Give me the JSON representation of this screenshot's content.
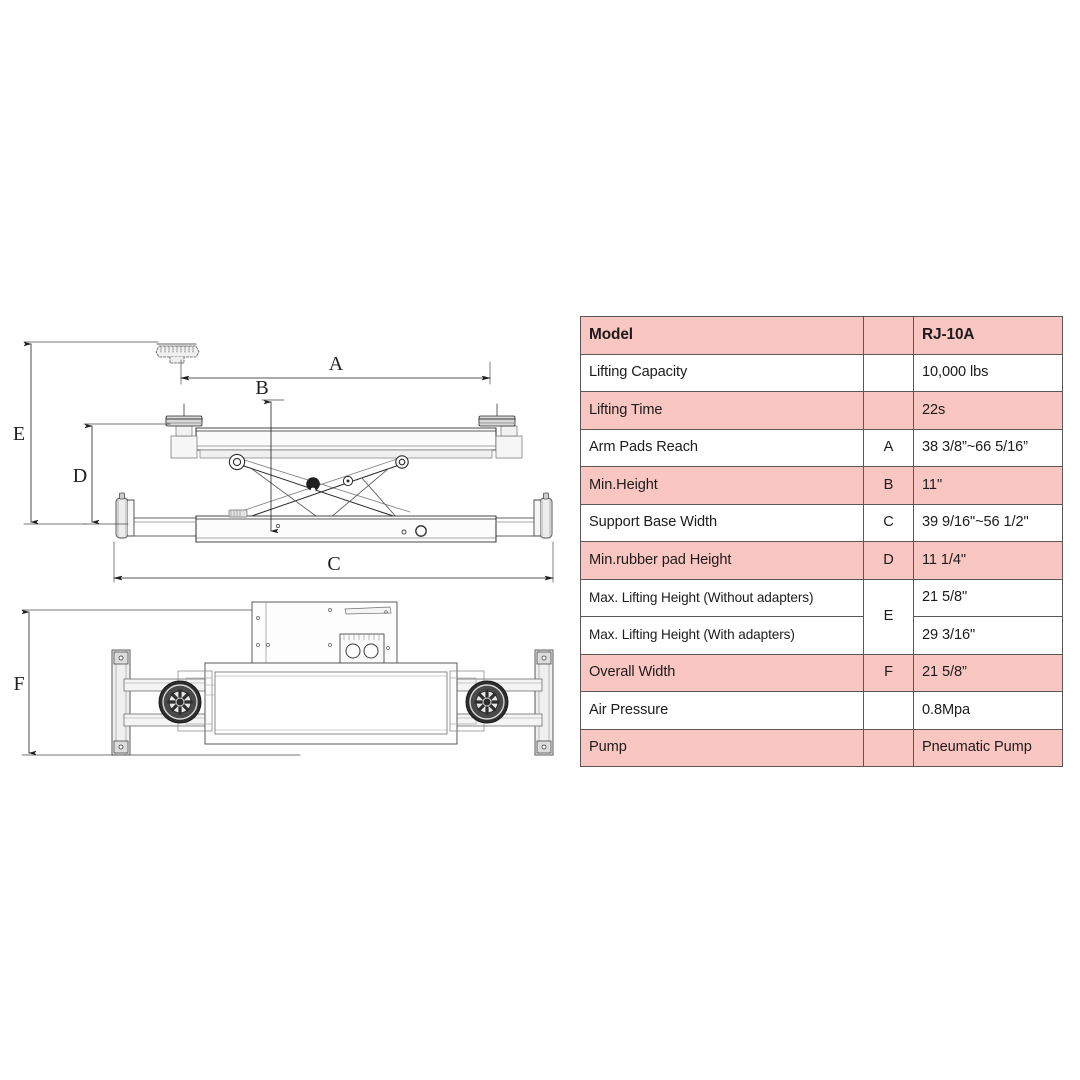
{
  "document": {
    "kind": "product-specification-sheet",
    "model": "RJ-10A"
  },
  "spec_table": {
    "columns": [
      "Model",
      "",
      "RJ-10A"
    ],
    "header": {
      "name": "Model",
      "code": "",
      "value": "RJ-10A"
    },
    "rows": [
      {
        "name": "Lifting Capacity",
        "code": "",
        "value": "10,000 lbs",
        "tint": false
      },
      {
        "name": "Lifting Time",
        "code": "",
        "value": "22s",
        "tint": true
      },
      {
        "name": "Arm Pads Reach",
        "code": "A",
        "value": "38 3/8”~66 5/16”",
        "tint": false
      },
      {
        "name": "Min.Height",
        "code": "B",
        "value": "11\"",
        "tint": true
      },
      {
        "name": "Support Base Width",
        "code": "C",
        "value": "39 9/16\"~56 1/2\"",
        "tint": false
      },
      {
        "name": "Min.rubber pad Height",
        "code": "D",
        "value": "11 1/4\"",
        "tint": true
      },
      {
        "name": "Max. Lifting Height  (Without adapters)",
        "code": "E",
        "value": "21 5/8\"",
        "tint": false
      },
      {
        "name": "Max. Lifting Height (With adapters)",
        "code": "",
        "value": "29 3/16\"",
        "tint": false
      },
      {
        "name": "Overall Width",
        "code": "F",
        "value": "21 5/8”",
        "tint": true
      },
      {
        "name": "Air Pressure",
        "code": "",
        "value": "0.8Mpa",
        "tint": false
      },
      {
        "name": "Pump",
        "code": "",
        "value": "Pneumatic Pump",
        "tint": true
      }
    ],
    "colors": {
      "tint_row": "#FAC6C1",
      "plain_row": "#FFFFFF",
      "border": "#5B5757",
      "text": "#1D1B1B"
    }
  },
  "drawing": {
    "title": "scissor lift jack engineering drawing",
    "views": [
      {
        "name": "side-elevation",
        "description": "side view of scissor lift showing arm pads, scissor linkage and support base"
      },
      {
        "name": "plan-view",
        "description": "top-down view of lift showing cross beam, rollers and control box"
      }
    ],
    "dimension_labels": {
      "a": "A",
      "b": "B",
      "c": "C",
      "d": "D",
      "e": "E",
      "f": "F"
    },
    "colors": {
      "line": "#2B2B2B",
      "thin_line": "#6E6E6E",
      "fill_light": "#F2F2F2",
      "fill_mid": "#D9D9D9",
      "fill_dark": "#3A3A3A"
    }
  }
}
